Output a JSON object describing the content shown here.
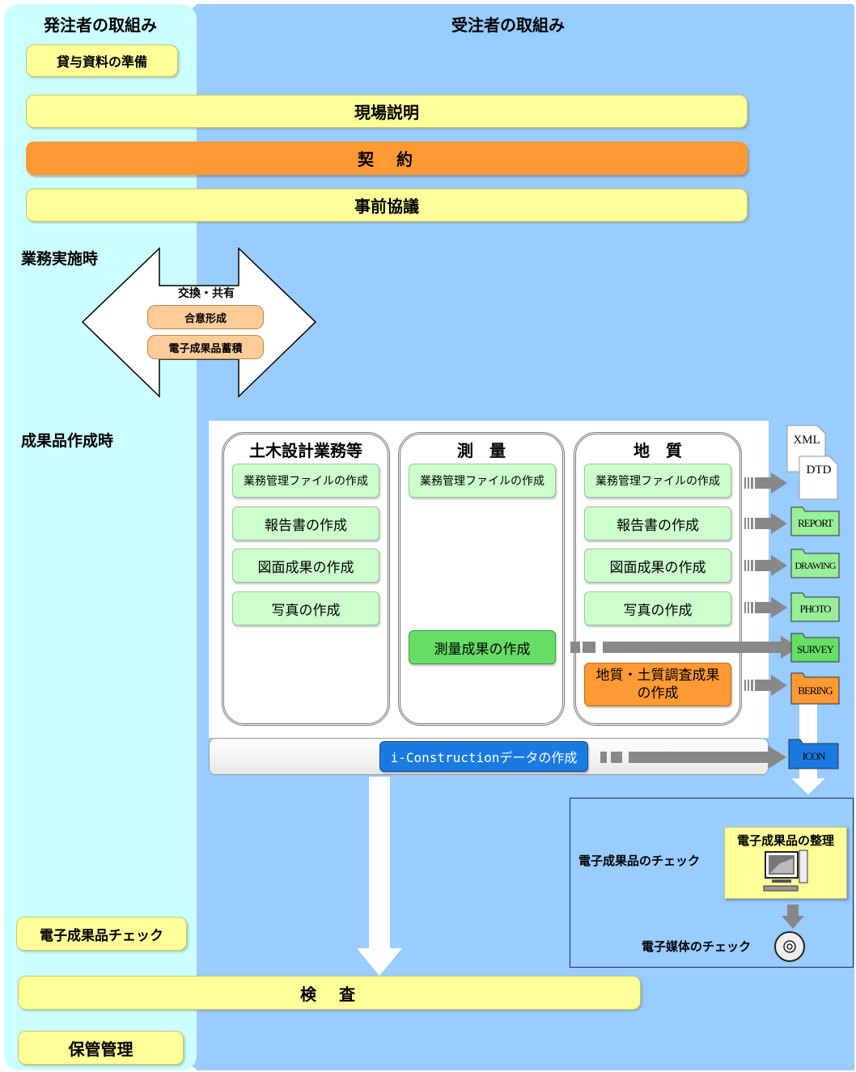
{
  "headers": {
    "orderer": "発注者の取組み",
    "contractor": "受注者の取組み"
  },
  "orderer_top": "貸与資料の準備",
  "phases": {
    "site": "現場説明",
    "contract": "契　約",
    "consult": "事前協議"
  },
  "during": {
    "label": "業務実施時",
    "exchange": "交換・共有",
    "consensus": "合意形成",
    "accumulate": "電子成果品蓄積"
  },
  "deliverable_label": "成果品作成時",
  "columns": [
    {
      "title": "土木設計業務等",
      "items": [
        "業務管理ファイルの作成",
        "報告書の作成",
        "図面成果の作成",
        "写真の作成"
      ]
    },
    {
      "title": "測　量",
      "items": [
        "業務管理ファイルの作成"
      ],
      "special": "測量成果の作成"
    },
    {
      "title": "地　質",
      "items": [
        "業務管理ファイルの作成",
        "報告書の作成",
        "図面成果の作成",
        "写真の作成"
      ],
      "special": "地質・土質調査成果\nの作成"
    }
  ],
  "iconstruction": "i-Constructionデータの作成",
  "files": {
    "xml": "XML",
    "dtd": "DTD",
    "folders": [
      "REPORT",
      "DRAWING",
      "PHOTO",
      "SURVEY",
      "BERING",
      "ICON"
    ]
  },
  "check_box": {
    "organize": "電子成果品の整理",
    "check_product": "電子成果品のチェック",
    "check_media": "電子媒体のチェック"
  },
  "orderer_check": "電子成果品チェック",
  "inspection": "検　査",
  "storage": "保管管理",
  "colors": {
    "orderer_bg": "#ccffff",
    "contractor_bg": "#99ccff",
    "yellow": "#ffff99",
    "orange": "#ff9933",
    "green_light": "#ccffcc",
    "green": "#66dd66",
    "blue": "#1a7ae0",
    "folder_green": "#99ee99",
    "folder_orange": "#ff9933",
    "folder_blue": "#1a7ae0"
  }
}
